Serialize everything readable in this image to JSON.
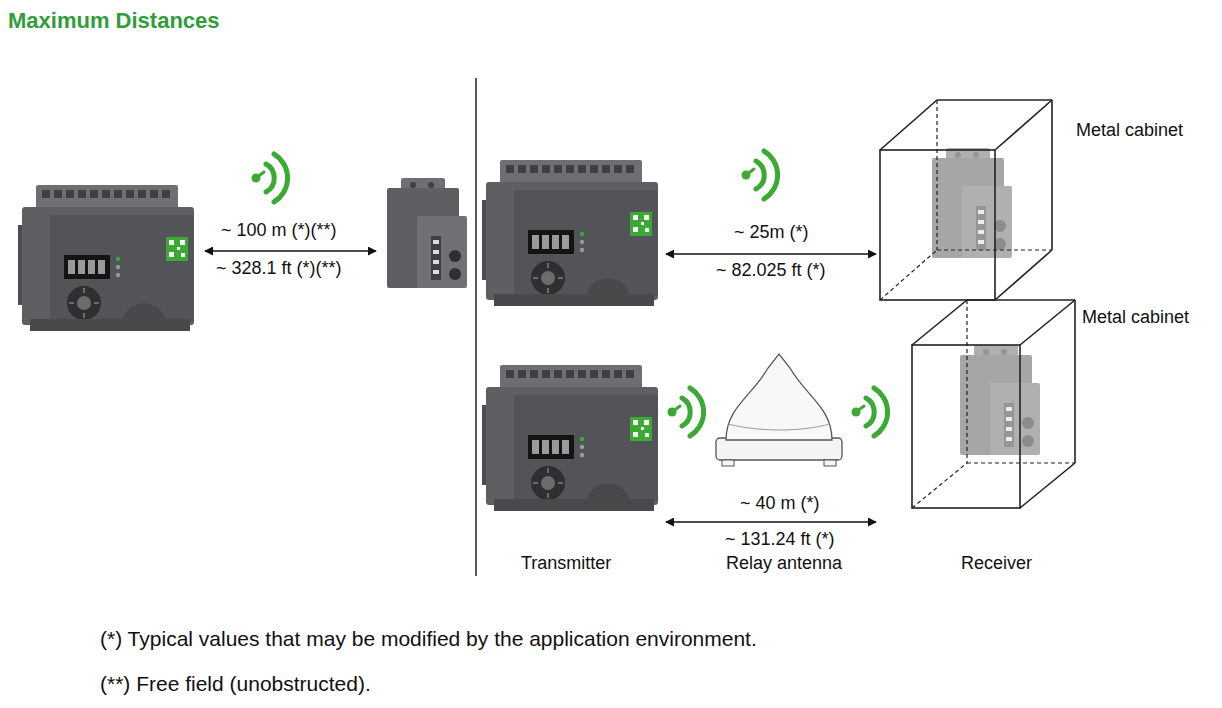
{
  "diagram": {
    "title": "Maximum Distances",
    "nodes": [
      {
        "text": [
          "Metal cabinet"
        ]
      },
      {
        "text": [
          "Metal cabinet"
        ]
      }
    ],
    "labels": [
      "~ 100 m (*)(**)",
      "~ 328.1 ft (*)(**)",
      "~ 25m (*)",
      "~ 82.025 ft (*)",
      "~ 40 m (*)",
      "~ 131.24 ft (*)",
      "Transmitter",
      "Relay antenna",
      "Receiver",
      "(*) Typical values that may be modified by the application environment.",
      "(**) Free field (unobstructed)."
    ]
  }
}
